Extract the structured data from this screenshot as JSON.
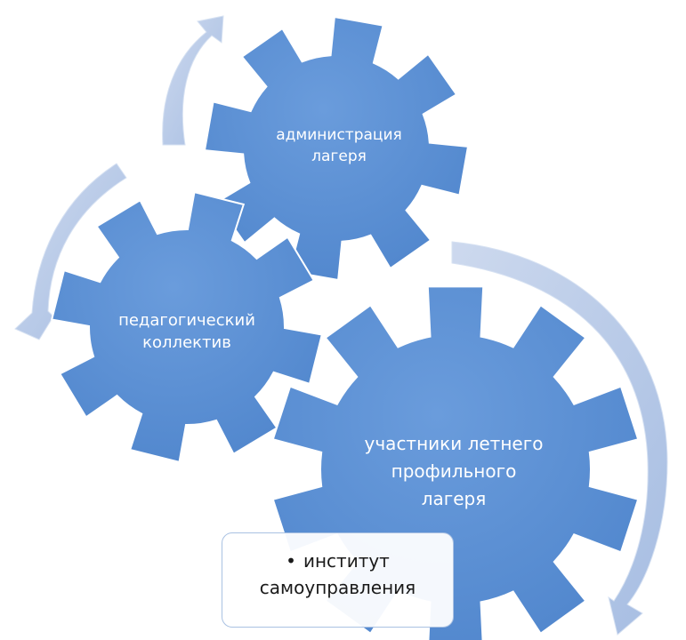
{
  "colors": {
    "gear_fill": "#5b8fd3",
    "gear_stroke": "#ffffff",
    "arrow_fill": "#b6c9e8",
    "arrow_stroke": "#c9d8ef",
    "label_text": "#ffffff",
    "callout_border": "#a9c1e2"
  },
  "icons": {
    "gear": "gear-icon",
    "arrow": "curved-arrow-icon"
  },
  "gears": [
    {
      "name": "administration",
      "lines": [
        "администрация",
        "лагеря"
      ]
    },
    {
      "name": "pedagogical",
      "lines": [
        "педагогический",
        "коллектив"
      ]
    },
    {
      "name": "participants",
      "lines": [
        "участники летнего",
        "профильного",
        "лагеря"
      ]
    }
  ],
  "callout": {
    "bullet": "•",
    "lines": [
      "институт",
      "самоуправления"
    ]
  }
}
